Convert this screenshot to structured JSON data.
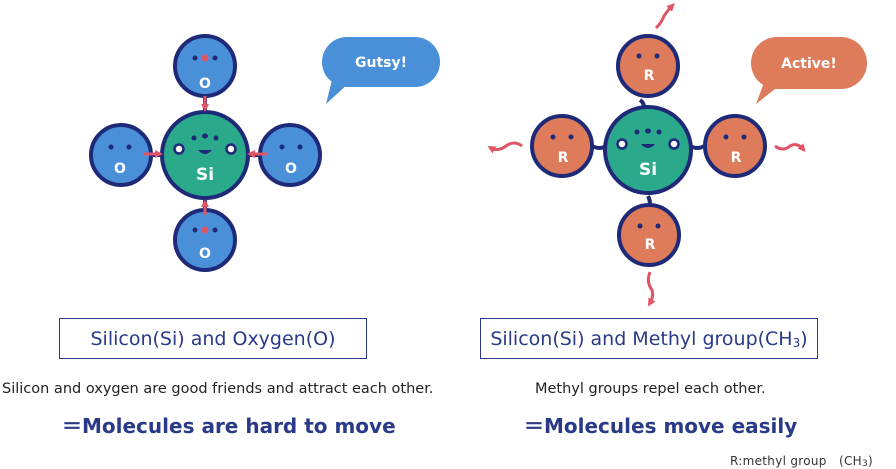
{
  "left": {
    "bubble": "Gutsy!",
    "center_label": "Si",
    "outer_label": "O",
    "caption": "Silicon(Si) and Oxygen(O)",
    "description": "Silicon and oxygen are good friends and attract each other.",
    "result": "＝Molecules are hard to move"
  },
  "right": {
    "bubble": "Active!",
    "center_label": "Si",
    "outer_label": "R",
    "caption_main": "Silicon(Si) and Methyl group(CH",
    "caption_sub": "3",
    "caption_end": ")",
    "description": "Methyl groups repel each other.",
    "result": "＝Molecules move easily"
  },
  "note": {
    "main": "R:methyl group　(CH",
    "sub": "3",
    "end": ")"
  },
  "colors": {
    "oxygen": "#4a90d9",
    "methyl": "#de7b5b",
    "silicon": "#2aaa8a",
    "outline": "#1e2a78",
    "arrow": "#e05565",
    "bubble_left": "#4a90d9",
    "bubble_right": "#de7b5b"
  }
}
